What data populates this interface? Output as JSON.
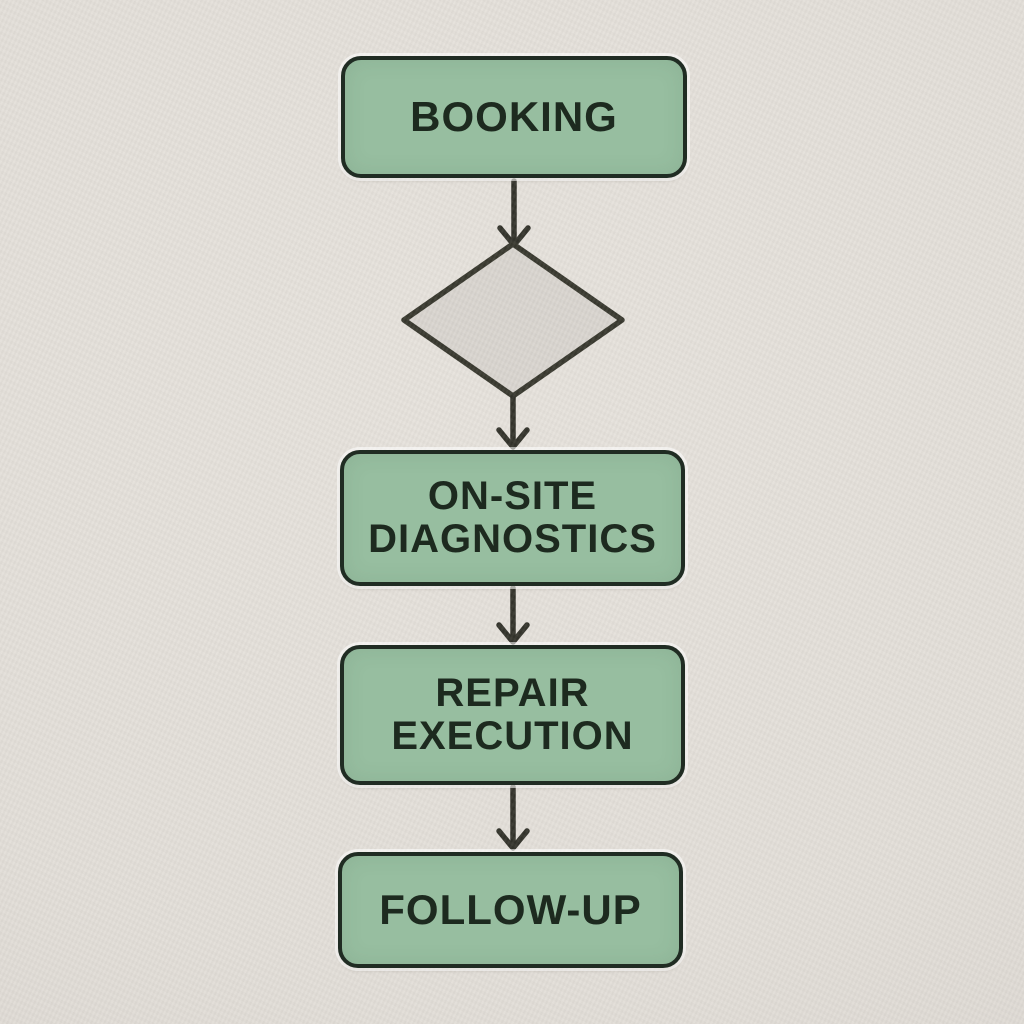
{
  "flowchart": {
    "description": "Vertical service workflow flowchart on paper background",
    "colors": {
      "background": "#e3dfd9",
      "node_fill": "#97bea0",
      "node_border": "#202c23",
      "node_text": "#1d2a1f",
      "diamond_fill": "#d9d5cf",
      "diamond_border": "#39392f",
      "arrow": "#34342c"
    },
    "nodes": [
      {
        "id": "booking",
        "type": "process",
        "label": "BOOKING"
      },
      {
        "id": "decision",
        "type": "decision",
        "label": ""
      },
      {
        "id": "diagnostics",
        "type": "process",
        "label": "ON-SITE DIAGNOSTICS"
      },
      {
        "id": "repair",
        "type": "process",
        "label": "REPAIR EXECUTION"
      },
      {
        "id": "followup",
        "type": "process",
        "label": "FOLLOW-UP"
      }
    ],
    "edges": [
      {
        "from": "booking",
        "to": "decision",
        "direction": "down"
      },
      {
        "from": "decision",
        "to": "diagnostics",
        "direction": "down"
      },
      {
        "from": "diagnostics",
        "to": "repair",
        "direction": "down"
      },
      {
        "from": "repair",
        "to": "followup",
        "direction": "down"
      }
    ]
  }
}
